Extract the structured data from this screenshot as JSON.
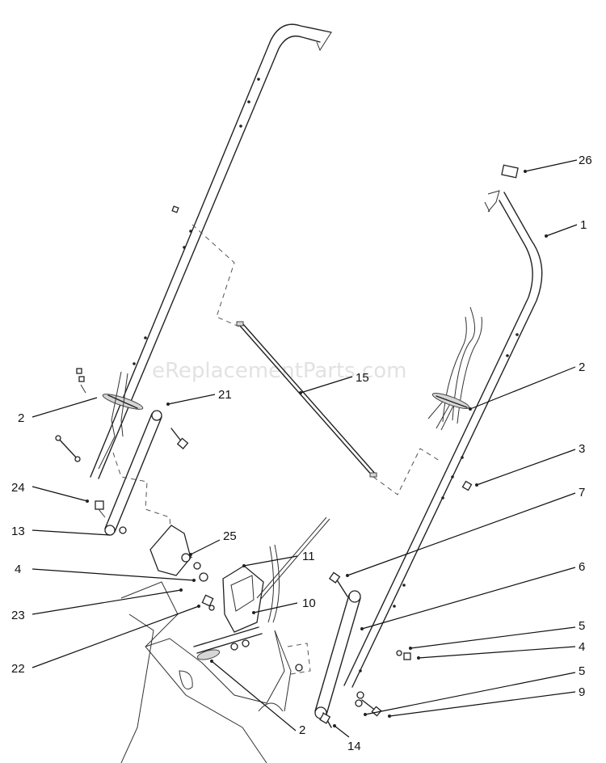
{
  "watermark": "eReplacementParts.com",
  "callouts": [
    {
      "id": "c26",
      "label": "26"
    },
    {
      "id": "c1",
      "label": "1"
    },
    {
      "id": "c2a",
      "label": "2"
    },
    {
      "id": "c15",
      "label": "15"
    },
    {
      "id": "c21",
      "label": "21"
    },
    {
      "id": "c2b",
      "label": "2"
    },
    {
      "id": "c3",
      "label": "3"
    },
    {
      "id": "c24",
      "label": "24"
    },
    {
      "id": "c13",
      "label": "13"
    },
    {
      "id": "c25",
      "label": "25"
    },
    {
      "id": "c11",
      "label": "11"
    },
    {
      "id": "c7",
      "label": "7"
    },
    {
      "id": "c4a",
      "label": "4"
    },
    {
      "id": "c6",
      "label": "6"
    },
    {
      "id": "c10",
      "label": "10"
    },
    {
      "id": "c23",
      "label": "23"
    },
    {
      "id": "c5a",
      "label": "5"
    },
    {
      "id": "c4b",
      "label": "4"
    },
    {
      "id": "c22",
      "label": "22"
    },
    {
      "id": "c5b",
      "label": "5"
    },
    {
      "id": "c9",
      "label": "9"
    },
    {
      "id": "c2c",
      "label": "2"
    },
    {
      "id": "c14",
      "label": "14"
    }
  ]
}
